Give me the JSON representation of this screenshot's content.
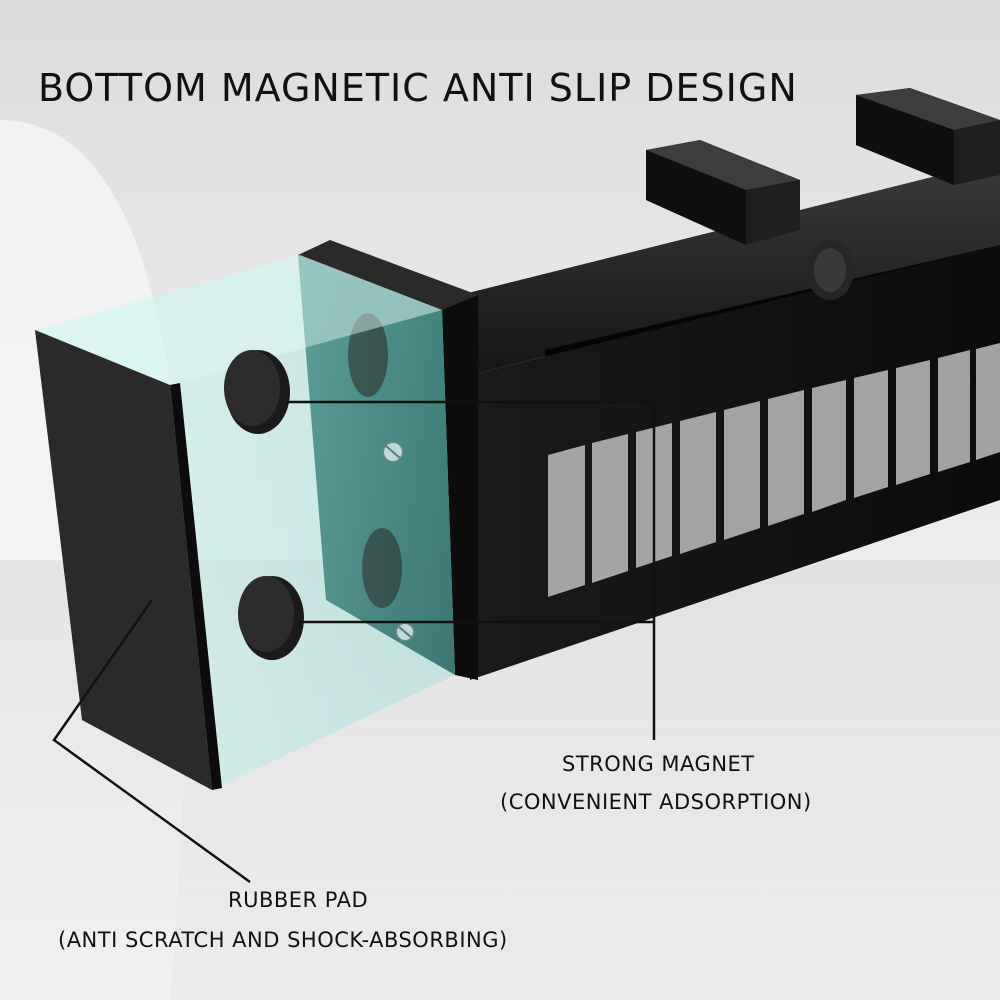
{
  "title": "BOTTOM MAGNETIC ANTI SLIP DESIGN",
  "callouts": {
    "magnet": {
      "line1": "STRONG MAGNET",
      "line2": "(CONVENIENT ADSORPTION)"
    },
    "rubber_pad": {
      "line1": "RUBBER PAD",
      "line2": "(ANTI SCRATCH AND SHOCK-ABSORBING)"
    }
  },
  "colors": {
    "body": "#141414",
    "highlight": "#7fd9d2",
    "text": "#111111"
  }
}
